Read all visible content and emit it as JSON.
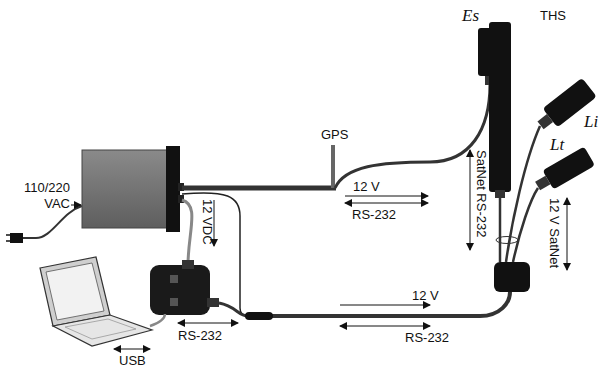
{
  "diagram": {
    "labels": [
      "110/220 VAC",
      "12 VDC",
      "RS-232",
      "USB",
      "GPS",
      "12 V",
      "RS-232",
      "Es",
      "THS",
      "Li",
      "Lt",
      "SatNet RS-232",
      "12 V SatNet",
      "12 V",
      "RS-232"
    ]
  }
}
